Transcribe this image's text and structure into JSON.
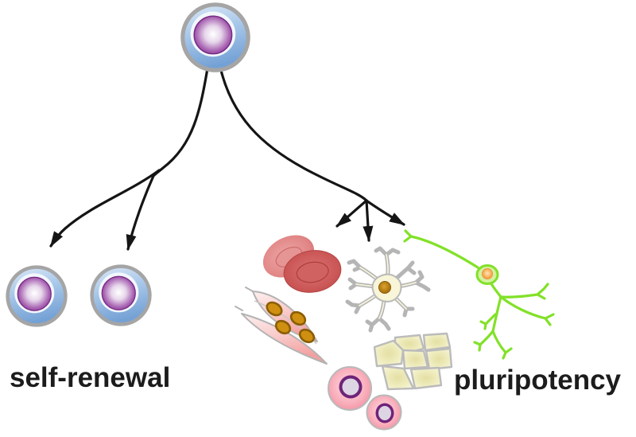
{
  "diagram": {
    "type": "stem-cell-schematic",
    "labels": {
      "self_renewal": "self-renewal",
      "pluripotency": "pluripotency"
    },
    "figures": [
      {
        "name": "parent-stem-cell",
        "description": "blue stem cell with purple nucleus at top"
      },
      {
        "name": "self-renewal-arrows",
        "description": "curved black arrows splitting to two daughter stem cells"
      },
      {
        "name": "differentiation-arrow",
        "description": "curved black arrow splitting into three arrowheads toward differentiated cells"
      },
      {
        "name": "daughter-stem-cell-1",
        "description": "blue stem cell, bottom left"
      },
      {
        "name": "daughter-stem-cell-2",
        "description": "blue stem cell, bottom left"
      },
      {
        "name": "red-blood-cells",
        "description": "two red biconcave erythrocytes"
      },
      {
        "name": "muscle-cells",
        "description": "pink spindle-shaped cells with golden nuclei"
      },
      {
        "name": "astrocyte-cell",
        "description": "gray star-shaped glial cell with orange nucleus"
      },
      {
        "name": "neuron-cell",
        "description": "bright green neuron with orange nucleus"
      },
      {
        "name": "epithelial-cells",
        "description": "cluster of pale yellow polygonal cells"
      },
      {
        "name": "egg-cells",
        "description": "two pink round cells with purple ring nuclei"
      }
    ],
    "colors": {
      "stem_cell_body_blue": "#9fc1e6",
      "stem_cell_ring_gray": "#a5a5a5",
      "stem_cell_nucleus_purple": "#8b3a96",
      "arrow_black": "#151515",
      "rbc_red": "#cc5858",
      "muscle_pink": "#f5a8a8",
      "muscle_nucleus_gold": "#c9880c",
      "astrocyte_gray": "#b5b5b5",
      "astrocyte_cream": "#f8f5d8",
      "neuron_green": "#82e128",
      "neuron_nucleus_orange": "#f7a24a",
      "epithelial_yellow": "#f0edc0",
      "egg_cell_pink": "#f69aa9",
      "egg_nucleus_purple": "#6f2379",
      "label_text": "#1c1c1c"
    }
  }
}
